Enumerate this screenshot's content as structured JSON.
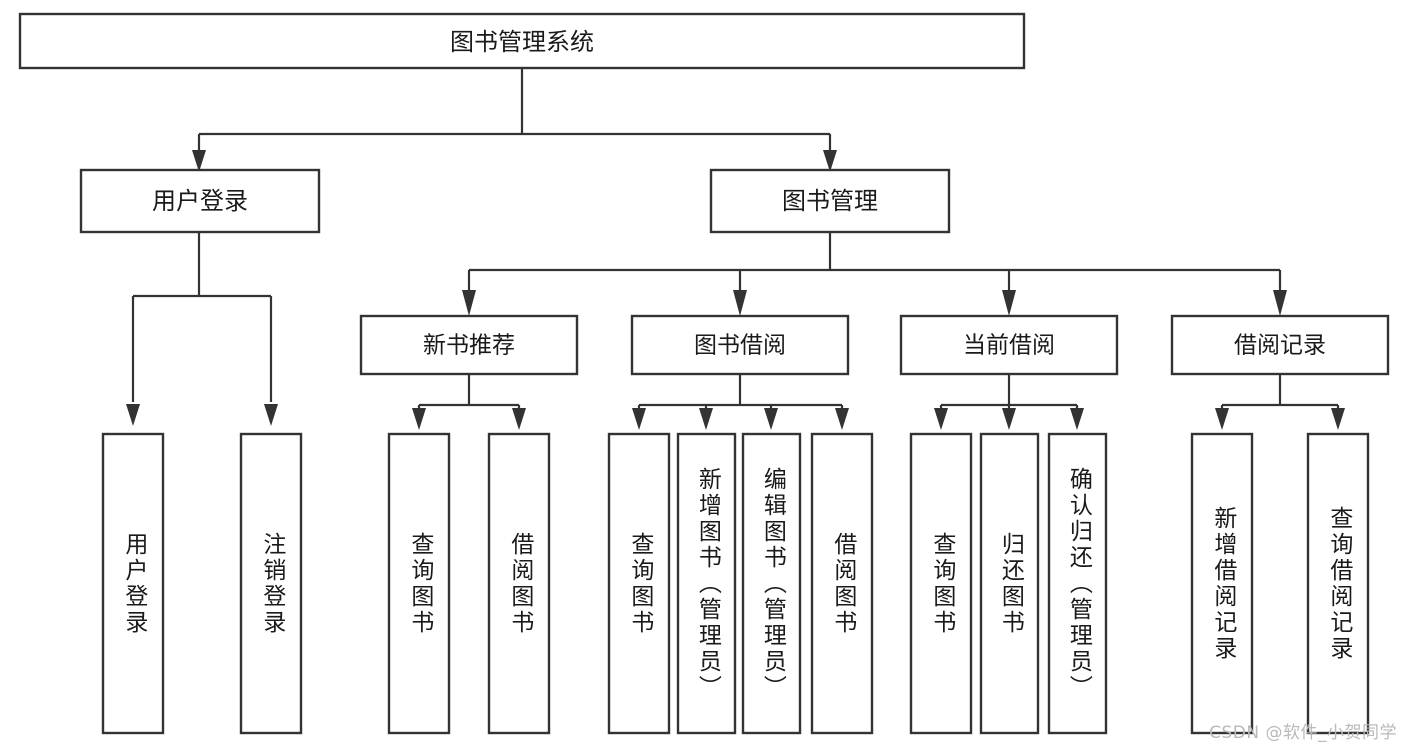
{
  "diagram": {
    "type": "tree",
    "title": "图书管理系统",
    "orientation": "top-down",
    "colors": {
      "box_fill": "#ffffff",
      "box_stroke": "#333333",
      "text": "#1a1a1a",
      "background": "#ffffff",
      "watermark": "#b9b9b9"
    },
    "root": {
      "label": "图书管理系统"
    },
    "level2": [
      {
        "label": "用户登录"
      },
      {
        "label": "图书管理"
      }
    ],
    "level3": [
      {
        "label": "新书推荐"
      },
      {
        "label": "图书借阅"
      },
      {
        "label": "当前借阅"
      },
      {
        "label": "借阅记录"
      }
    ],
    "leaves": {
      "user_login": [
        {
          "label": "用户登录"
        },
        {
          "label": "注销登录"
        }
      ],
      "new_book_recommend": [
        {
          "label": "查询图书"
        },
        {
          "label": "借阅图书"
        }
      ],
      "book_borrow": [
        {
          "label": "查询图书"
        },
        {
          "label": "新增图书（管理员）"
        },
        {
          "label": "编辑图书（管理员）"
        },
        {
          "label": "借阅图书"
        }
      ],
      "current_borrow": [
        {
          "label": "查询图书"
        },
        {
          "label": "归还图书"
        },
        {
          "label": "确认归还（管理员）"
        }
      ],
      "borrow_record": [
        {
          "label": "新增借阅记录"
        },
        {
          "label": "查询借阅记录"
        }
      ]
    }
  },
  "watermark": {
    "text": "CSDN @软件_小贺同学"
  }
}
